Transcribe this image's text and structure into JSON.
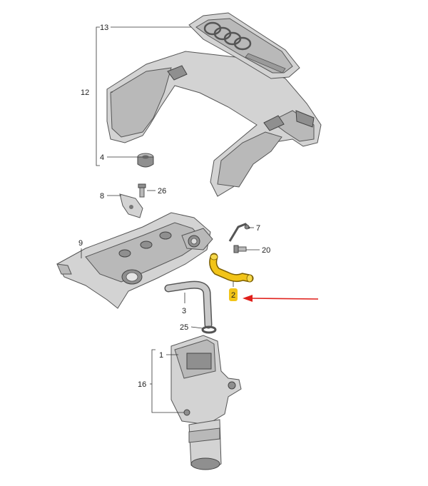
{
  "callouts": {
    "c13": "13",
    "c12": "12",
    "c4": "4",
    "c8": "8",
    "c26": "26",
    "c9": "9",
    "c7": "7",
    "c20": "20",
    "c2": "2",
    "c3": "3",
    "c25": "25",
    "c1": "1",
    "c16": "16"
  },
  "colors": {
    "highlight_part": "#f2c418",
    "highlight_badge": "#f2c418",
    "arrow": "#e0201b",
    "line": "#333333"
  },
  "icons": {
    "emblem": "four-rings-logo"
  }
}
